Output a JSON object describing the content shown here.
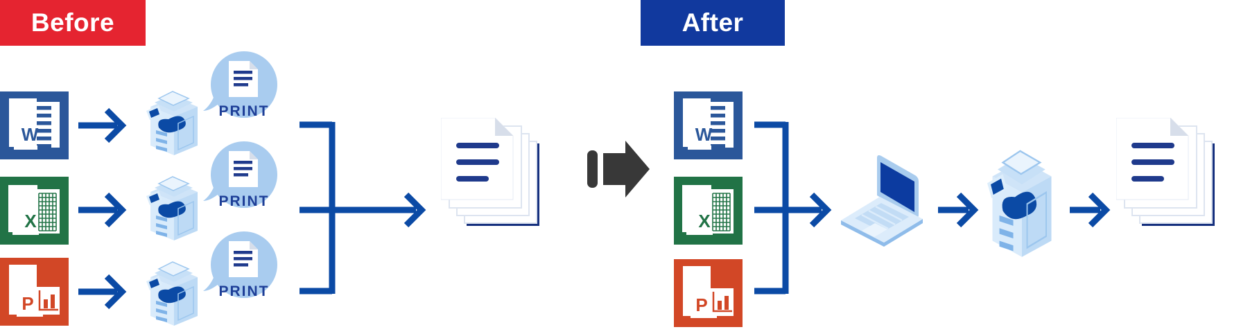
{
  "labels": {
    "before": "Before",
    "after": "After"
  },
  "print_label": "PRINT",
  "file_types": {
    "word": {
      "letter": "W",
      "color": "#2B579A"
    },
    "excel": {
      "letter": "X",
      "color": "#217346"
    },
    "powerpoint": {
      "letter": "P",
      "color": "#D24726"
    }
  },
  "colors": {
    "before_label_bg": "#E52430",
    "after_label_bg": "#11399E",
    "connector_blue": "#0B4AA5",
    "transition_arrow_gray": "#383838",
    "print_bubble_fill": "#A9CCEF",
    "print_text": "#1D3E97",
    "document_line_navy": "#1F3A8C",
    "document_shadow_navy": "#16307E",
    "printer_body_light": "#D9EBFB",
    "printer_body_mid": "#BDDAF5",
    "printer_accent": "#0B4AA5",
    "label_text": "#FFFFFF"
  }
}
